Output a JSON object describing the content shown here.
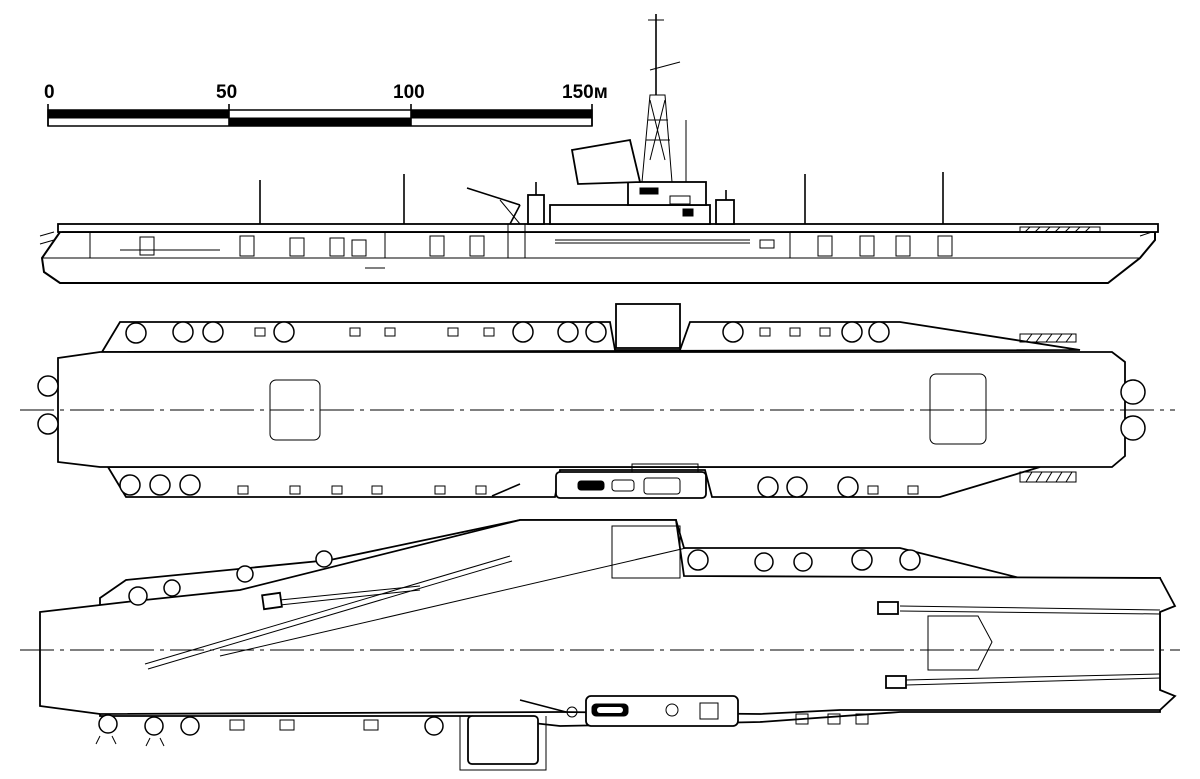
{
  "scale_bar": {
    "labels": [
      "0",
      "50",
      "100",
      "150м"
    ]
  },
  "views": {
    "side": "side-profile",
    "original_deck": "plan-straight-deck",
    "angled_deck": "plan-angled-deck"
  },
  "colors": {
    "line": "#000000",
    "paper": "#ffffff"
  }
}
